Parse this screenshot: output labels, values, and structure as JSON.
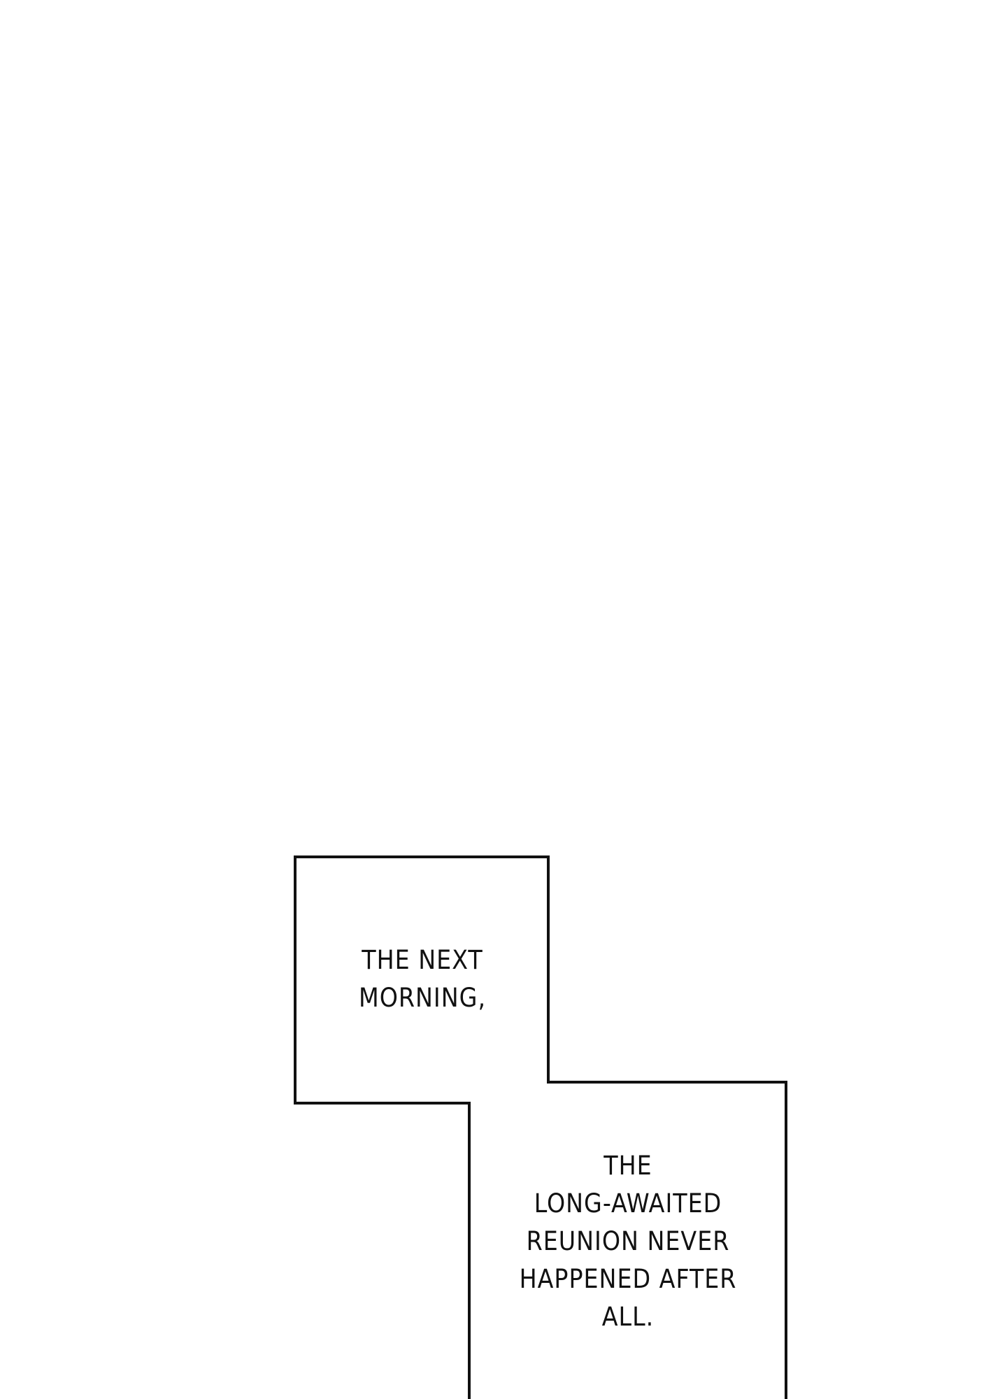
{
  "panel": {
    "caption_1": [
      "THE NEXT",
      "MORNING,"
    ],
    "caption_2": [
      "THE",
      "LONG-AWAITED",
      "REUNION NEVER",
      "HAPPENED AFTER",
      "ALL."
    ],
    "border_color": "#111111",
    "background_color": "#ffffff"
  }
}
